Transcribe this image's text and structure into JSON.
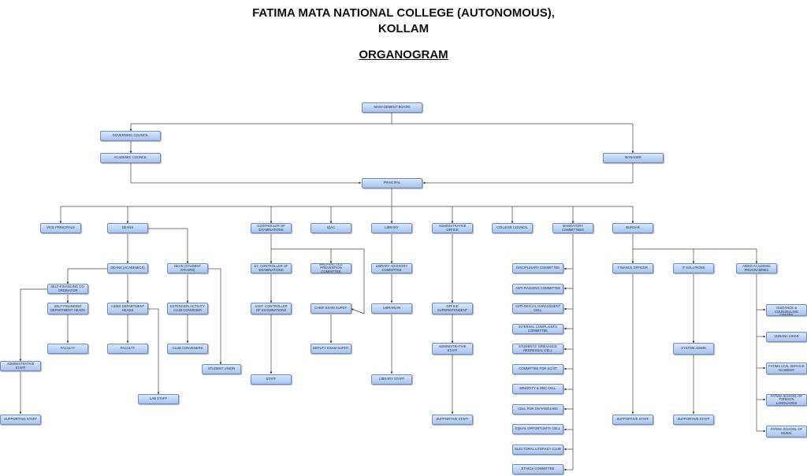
{
  "header": {
    "line1": "FATIMA MATA NATIONAL COLLEGE (AUTONOMOUS),",
    "line2": "KOLLAM",
    "subtitle": "ORGANOGRAM"
  },
  "nodes": {
    "management_board": "MANAGEMENT BOARD",
    "governing_council": "GOVERNING COUNCIL",
    "academic_council": "ACADEMIC COUNCIL",
    "manager": "MANAGER",
    "principal": "PRINCIPAL",
    "vice_principals": "VICE PRINCIPALS",
    "deans": "DEANS",
    "controller_of_examinations": "CONTROLLER OF EXAMINATIONS",
    "iqac": "IQAC",
    "library": "LIBRARY",
    "administrative_office": "ADMINISTRATIVE OFFICE",
    "college_council": "COLLEGE COUNCIL",
    "mandatory_committees": "MANDATORY COMMITTEES",
    "bursar": "BURSAR",
    "deans_academics": "DEANS (ACADEMICS)",
    "dean_student_affairs": "DEAN (STUDENT AFFAIRS)",
    "self_financing_coordinator": "SELF-FINANCING CO-ORDINATOR",
    "self_financing_department_heads": "SELF-FINANCING DEPARTMENT HEADS",
    "aided_department_heads": "AIDED DEPARTMENT HEADS",
    "extension_activity_club_convener": "EXTENSION ACTIVITY CLUB CONVENER",
    "faculty_sf": "FACULTY",
    "faculty_aided": "FACULTY",
    "club_conveners": "CLUB CONVENERS",
    "student_union": "STUDENT UNION",
    "administrative_staff_left": "ADMINISTRATIVE STAFF",
    "supporting_staff_left": "SUPPORTING STAFF",
    "lab_staff": "LAB STAFF",
    "dy_controller_of_examinations": "DY. CONTROLLER OF EXAMINATIONS",
    "malpractice_prevention_committee": "MALPRACTICE PREVENTION COMMITTEE",
    "asst_controller_of_examinations": "ASST. CONTROLLER OF EXAMINATIONS",
    "chief_exam_supdt": "CHIEF EXAM SUPDT.",
    "deputy_exam_supdt": "DEPUTY EXAM SUPDT.",
    "exam_staff": "STAFF",
    "library_advisory_committee": "LIBRARY ADVISORY COMMITTEE",
    "librarian": "LIBRARIAN",
    "library_staff": "LIBRARY STAFF",
    "office_superintendent": "OFFICE SUPERINTENDENT",
    "administrative_staff_office": "ADMINISTRATIVE STAFF",
    "supportive_staff_office": "SUPPORTIVE STAFF",
    "finance_officer": "FINANCE OFFICER",
    "it_solutions": "IT SOLUTIONS",
    "aided_academic_programmes": "AIDED ACADEMIC PROGRAMMES",
    "system_admin": "SYSTEM ADMIN",
    "supportive_staff_finance": "SUPPORTIVE STAFF",
    "supportive_staff_it": "SUPPORTIVE STAFF",
    "st_josephs": "ST. JOSEPH'S GUIDANCE & COUNSELLING CENTRE",
    "vijnana_vihar": "VIJNANA VIHAR",
    "fatima_civil_service": "FATIMA CIVIL SERVICE ACADEMY",
    "fatima_foreign_languages": "FATIMA SCHOOL OF FOREIGN LANGUAGES",
    "fatima_music": "FATIMA SCHOOL OF MUSIC"
  },
  "committees": [
    "DISCIPLINARY COMMITTEE",
    "ANTI-RAGGING COMMITTEE",
    "ANTI-SEXUAL HARASSMENT CELL",
    "INTERNAL COMPLAINTS COMMITTEE",
    "STUDENTS' GRIEVANCE REDRESSAL CELL",
    "COMMITTEE FOR SC/ST",
    "MINORITY & OBC CELL",
    "CELL FOR DIVYANGJANS",
    "EQUAL OPPORTUNITY CELL",
    "ELECTORAL LITERACY CLUB",
    "ETHICS COMMITTEE"
  ]
}
